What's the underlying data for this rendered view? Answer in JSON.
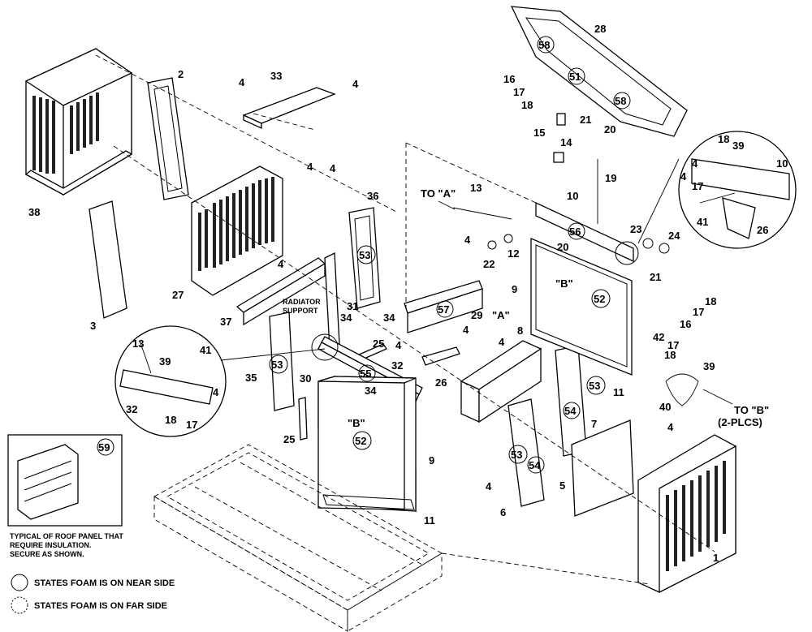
{
  "callouts": {
    "c1": "1",
    "c2": "2",
    "c3": "3",
    "c4a": "4",
    "c4b": "4",
    "c4c": "4",
    "c4d": "4",
    "c4e": "4",
    "c4f": "4",
    "c4g": "4",
    "c4h": "4",
    "c4i": "4",
    "c4j": "4",
    "c4k": "4",
    "c4l": "4",
    "c4m": "4",
    "c4n": "4",
    "c5": "5",
    "c6": "6",
    "c7": "7",
    "c8": "8",
    "c9a": "9",
    "c9b": "9",
    "c10a": "10",
    "c10b": "10",
    "c11a": "11",
    "c11b": "11",
    "c12": "12",
    "c13a": "13",
    "c13b": "13",
    "c14": "14",
    "c15": "15",
    "c16a": "16",
    "c16b": "16",
    "c17a": "17",
    "c17b": "17",
    "c17c": "17",
    "c17d": "17",
    "c17e": "17",
    "c18a": "18",
    "c18b": "18",
    "c18c": "18",
    "c18d": "18",
    "c18e": "18",
    "c19": "19",
    "c20a": "20",
    "c20b": "20",
    "c21a": "21",
    "c21b": "21",
    "c22": "22",
    "c23": "23",
    "c24": "24",
    "c25a": "25",
    "c25b": "25",
    "c26a": "26",
    "c26b": "26",
    "c27": "27",
    "c28": "28",
    "c29": "29",
    "c30": "30",
    "c31": "31",
    "c32a": "32",
    "c32b": "32",
    "c33": "33",
    "c34a": "34",
    "c34b": "34",
    "c34c": "34",
    "c35": "35",
    "c36": "36",
    "c37": "37",
    "c38": "38",
    "c39a": "39",
    "c39b": "39",
    "c39c": "39",
    "c40": "40",
    "c41a": "41",
    "c41b": "41",
    "c42": "42",
    "f51": "51",
    "f52a": "52",
    "f52b": "52",
    "f53a": "53",
    "f53b": "53",
    "f53c": "53",
    "f53d": "53",
    "f54a": "54",
    "f54b": "54",
    "f55": "55",
    "f56": "56",
    "f57": "57",
    "f58a": "58",
    "f58b": "58",
    "f59": "59"
  },
  "labels": {
    "to_a": "TO \"A\"",
    "a_mark": "\"A\"",
    "b_mark_top": "\"B\"",
    "b_mark_bottom": "\"B\"",
    "to_b": "TO \"B\"",
    "to_b_places": "(2-PLCS)",
    "radiator_support_1": "RADIATOR",
    "radiator_support_2": "SUPPORT"
  },
  "inset_note": {
    "line1": "TYPICAL OF ROOF PANEL THAT",
    "line2": "REQUIRE INSULATION.",
    "line3": "SECURE AS SHOWN."
  },
  "legend": {
    "near": "STATES FOAM IS ON NEAR SIDE",
    "far": "STATES FOAM IS ON FAR SIDE"
  }
}
